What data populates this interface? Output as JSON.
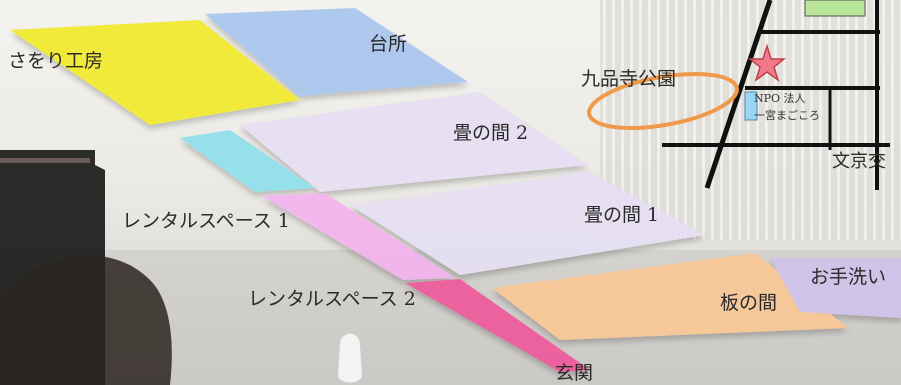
{
  "rooms": [
    {
      "id": "saori",
      "label": "さをり工房",
      "color": "#f2ea2e"
    },
    {
      "id": "kitchen",
      "label": "台所",
      "color": "#a9c6ee"
    },
    {
      "id": "tatami2",
      "label": "畳の間 2",
      "color": "#e6e0f3"
    },
    {
      "id": "rental1",
      "label": "レンタルスペース 1",
      "color": "#8fe0ec"
    },
    {
      "id": "tatami1",
      "label": "畳の間 1",
      "color": "#e6e0f3"
    },
    {
      "id": "rental2",
      "label": "レンタルスペース 2",
      "color": "#f4b3ee"
    },
    {
      "id": "entrance",
      "label": "玄関",
      "color": "#ee5a9c"
    },
    {
      "id": "wooden",
      "label": "板の間",
      "color": "#f8c796"
    },
    {
      "id": "toilet",
      "label": "お手洗い",
      "color": "#cfc3ea"
    }
  ],
  "map": {
    "park_label": "九品寺公園",
    "org_line1": "NPO 法人",
    "org_line2": "一宮まごころ",
    "street_label": "文京交",
    "colors": {
      "park_ring": "#ef9a4b",
      "star": "#f07a8a",
      "building": "#9ad6f2",
      "block": "#b8e59a"
    }
  }
}
